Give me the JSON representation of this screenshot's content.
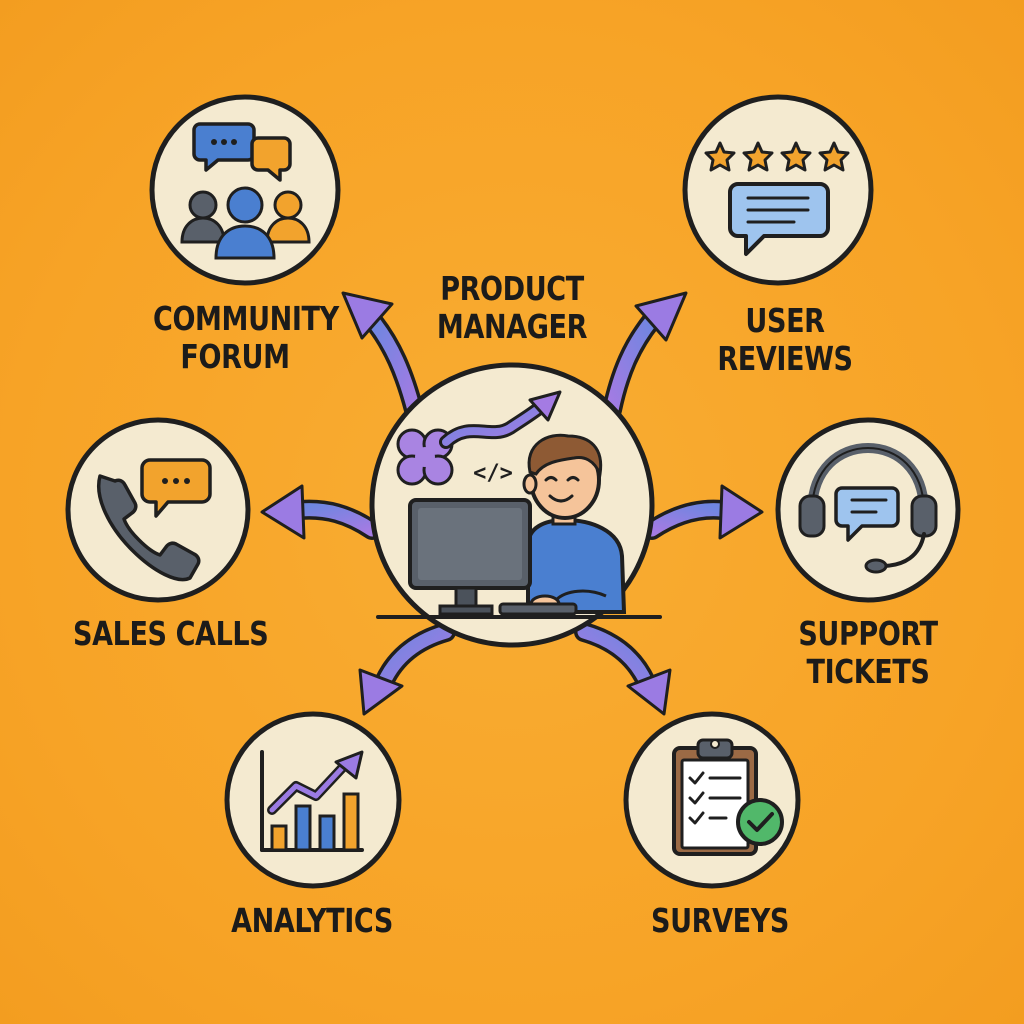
{
  "center": {
    "title_line1": "PRODUCT",
    "title_line2": "MANAGER",
    "screen_code": "</>"
  },
  "nodes": {
    "community_forum": {
      "line1": "COMMUNITY",
      "line2": "FORUM"
    },
    "user_reviews": {
      "line1": "USER",
      "line2": "REVIEWS"
    },
    "sales_calls": {
      "line1": "SALES CALLS"
    },
    "support_tickets": {
      "line1": "SUPPORT",
      "line2": "TICKETS"
    },
    "analytics": {
      "line1": "ANALYTICS"
    },
    "surveys": {
      "line1": "SURVEYS"
    }
  },
  "icons": {
    "community_forum": [
      "chat-bubbles-icon",
      "people-group-icon"
    ],
    "user_reviews": [
      "stars-icon",
      "review-bubble-icon"
    ],
    "sales_calls": [
      "telephone-icon",
      "chat-bubble-icon"
    ],
    "support_tickets": [
      "headset-icon",
      "chat-bubble-icon"
    ],
    "analytics": [
      "bar-chart-icon",
      "trend-arrow-icon"
    ],
    "surveys": [
      "clipboard-checklist-icon",
      "check-badge-icon"
    ],
    "center": [
      "product-manager-avatar-icon",
      "computer-monitor-icon",
      "flower-icon",
      "growth-arrow-icon"
    ]
  },
  "colors": {
    "background": "#f8a72a",
    "circle_fill": "#f4ead0",
    "outline": "#1f1f1f",
    "arrow_purple": "#9b7be3",
    "arrow_blue": "#6f86e0",
    "blue": "#4a7fd0",
    "orange": "#f2a32d",
    "green": "#51b86a",
    "gray": "#59606a"
  }
}
